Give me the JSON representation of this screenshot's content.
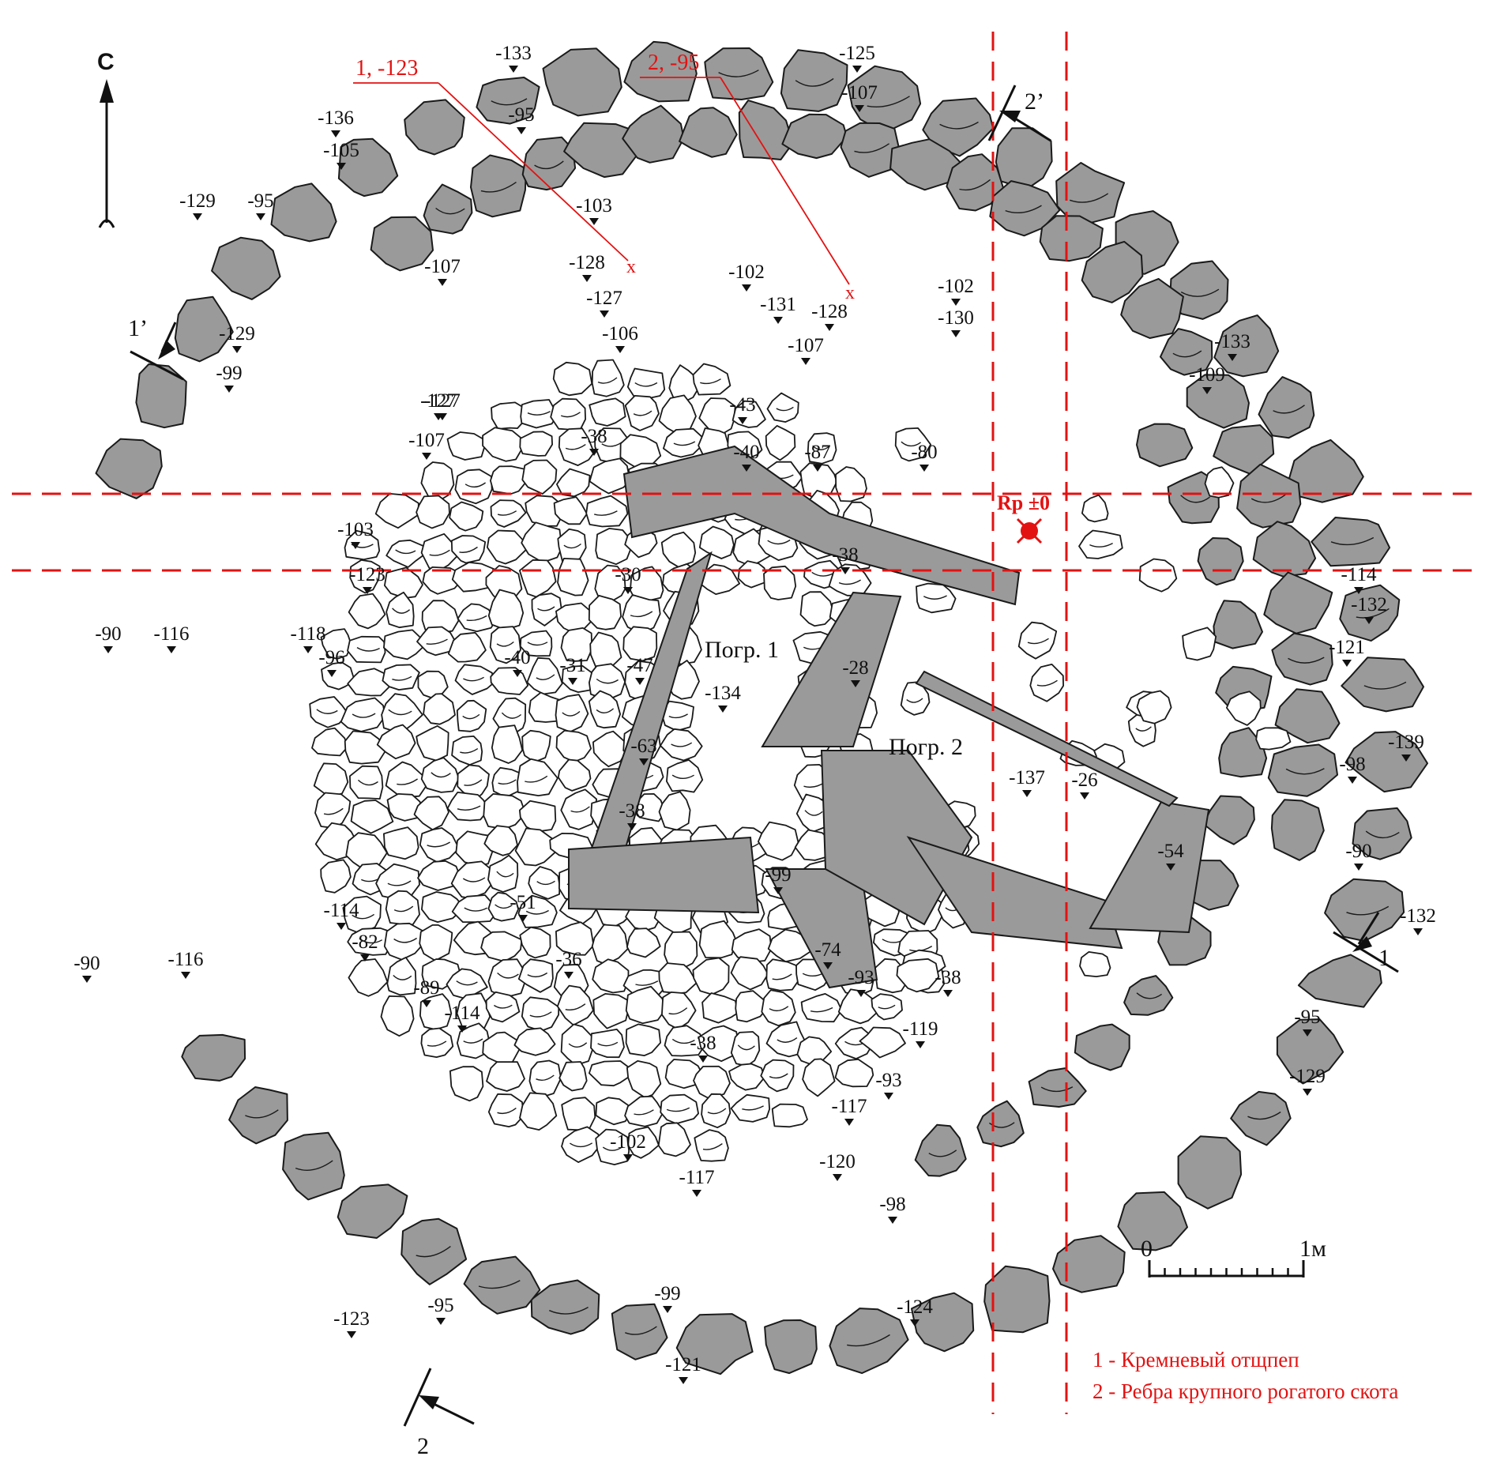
{
  "north": {
    "letter": "С"
  },
  "burials": {
    "burial_1": "Погр. 1",
    "burial_2": "Погр. 2"
  },
  "benchmark": {
    "label": "Rp ±0"
  },
  "find_markers": [
    {
      "label": "1, -123",
      "marker": "x"
    },
    {
      "label": "2, -95",
      "marker": "x"
    }
  ],
  "legend": {
    "item_1": "1 - Кремневый отщпеп",
    "item_2": "2 - Ребра крупного рогатого скота"
  },
  "scale_bar": {
    "start": "0",
    "end": "1м"
  },
  "sections": [
    {
      "label": "1"
    },
    {
      "label": "1’"
    },
    {
      "label": "2"
    },
    {
      "label": "2’"
    }
  ],
  "elevations": [
    "-133",
    "-125",
    "-107",
    "-95",
    "-136",
    "-105",
    "-129",
    "-95",
    "-103",
    "-128",
    "-102",
    "-131",
    "-128",
    "-107",
    "-102",
    "-130",
    "-133",
    "-109",
    "-107",
    "-127",
    "-129",
    "-99",
    "-127",
    "-106",
    "-127",
    "-107",
    "-43",
    "-38",
    "-40",
    "-87",
    "-80",
    "-103",
    "-123",
    "-30",
    "-38",
    "-118",
    "-96",
    "-40",
    "-31",
    "-47",
    "-134",
    "-28",
    "-90",
    "-116",
    "-63",
    "-137",
    "-26",
    "-114",
    "-132",
    "-121",
    "-139",
    "-98",
    "-38",
    "-51",
    "-99",
    "-54",
    "-90",
    "-132",
    "-114",
    "-82",
    "-36",
    "-74",
    "-93",
    "-38",
    "-119",
    "-90",
    "-116",
    "-89",
    "-114",
    "-38",
    "-93",
    "-117",
    "-102",
    "-117",
    "-120",
    "-98",
    "-95",
    "-129",
    "-123",
    "-95",
    "-99",
    "-121",
    "-124"
  ],
  "colors": {
    "grid": "#e31212",
    "grey_stone": "#9a9a9a",
    "white_stone": "#ffffff",
    "outline": "#1a1a1a"
  }
}
